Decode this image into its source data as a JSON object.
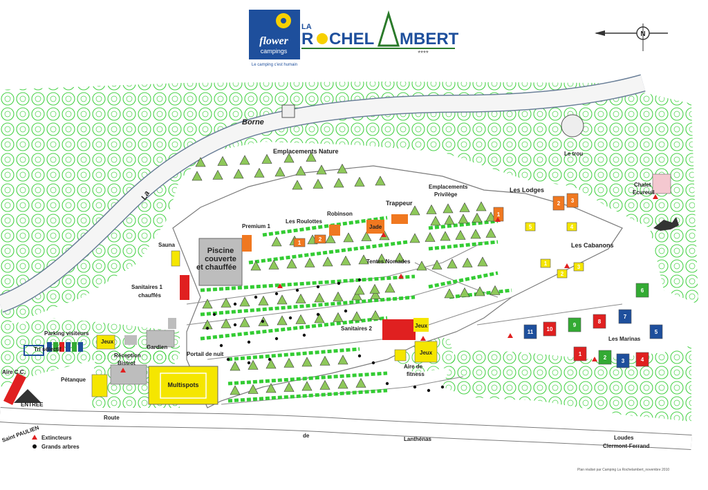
{
  "header": {
    "brand_line1": "flower",
    "brand_line2": "campings",
    "tagline": "Le camping c'est humain",
    "camp_name_left": "LA",
    "camp_name_main_a": "R",
    "camp_name_main_b": "CHEL",
    "camp_name_main_c": "MBERT",
    "stars": "****"
  },
  "compass": {
    "letter": "N"
  },
  "places": {
    "borne": "Borne",
    "la": "La",
    "emplacements_nature": "Emplacements Nature",
    "le_trou": "Le trou",
    "chalet": "Chalet",
    "ecureuil": "Ecureuil",
    "emplacements_privilege_1": "Emplacements",
    "emplacements_privilege_2": "Privilège",
    "les_lodges": "Les Lodges",
    "les_cabanons": "Les Cabanons",
    "robinson": "Robinson",
    "trappeur": "Trappeur",
    "les_roulottes": "Les Roulottes",
    "premium": "Premium 1",
    "jade": "Jade",
    "piscine_1": "Piscine",
    "piscine_2": "couverte",
    "piscine_3": "et chauffée",
    "sauna": "Sauna",
    "tentes_nomades": "Tentes Nomades",
    "sanitaires1_a": "Sanitaires 1",
    "sanitaires1_b": "chauffés",
    "sanitaires2": "Sanitaires 2",
    "jeux1": "Jeux",
    "jeux2": "Jeux",
    "jeux3": "Jeux",
    "parking": "Parking visiteurs",
    "tri": "Tri sélectif",
    "aire_cc": "Aire C.C.",
    "entree": "ENTREE",
    "gardien": "Gardien",
    "portail": "Portail de nuit",
    "reception_1": "Réception",
    "reception_2": "Bistrot",
    "petanque": "Pétanque",
    "multisports": "Multispots",
    "aire_fitness_1": "Aire de",
    "aire_fitness_2": "fitness",
    "les_marinas": "Les Marinas",
    "route": "Route",
    "de": "de",
    "lanthenas": "Lanthénas",
    "saint_paulien": "Saint PAULIEN",
    "loudes": "Loudes",
    "clermont": "Clermont-Ferrand"
  },
  "legend": {
    "extincteurs": "Extincteurs",
    "grands_arbres": "Grands arbres"
  },
  "credit": "Plan réalisé par Camping La Rochelambert_novembre 2010",
  "unit_numbers": {
    "roulottes": [
      "1",
      "2"
    ],
    "lodges": [
      "1",
      "2",
      "3"
    ],
    "marinas": [
      "1",
      "2",
      "3",
      "4",
      "5",
      "6",
      "7",
      "8",
      "9",
      "10",
      "11"
    ],
    "cabanons": [
      "1",
      "2",
      "3",
      "4",
      "5"
    ]
  },
  "colors": {
    "tree": "#33cc33",
    "hedge": "#33cc33",
    "river": "#f2f2f2",
    "road": "#d8d8d8",
    "extinguisher": "#e02020",
    "orange": "#f07820",
    "yellow": "#f5e600",
    "brand_blue": "#1e4f9c",
    "brand_yellow": "#f7d000",
    "brand_green": "#2a7a2a"
  }
}
